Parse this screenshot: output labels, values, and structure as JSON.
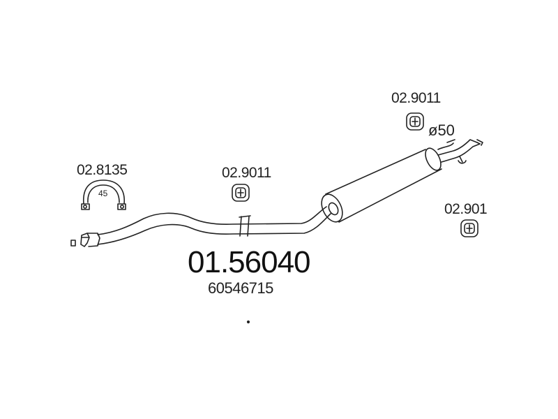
{
  "part_number": "01.56040",
  "oem_number": "60546715",
  "outlet_diameter": "ø50",
  "accessories": [
    {
      "code": "02.8135",
      "type": "clamp",
      "size": "45"
    },
    {
      "code": "02.9011",
      "type": "rubber-mount"
    },
    {
      "code": "02.9011",
      "type": "rubber-mount"
    },
    {
      "code": "02.901",
      "type": "rubber-mount"
    }
  ],
  "colors": {
    "line": "#222222",
    "background": "#ffffff"
  }
}
